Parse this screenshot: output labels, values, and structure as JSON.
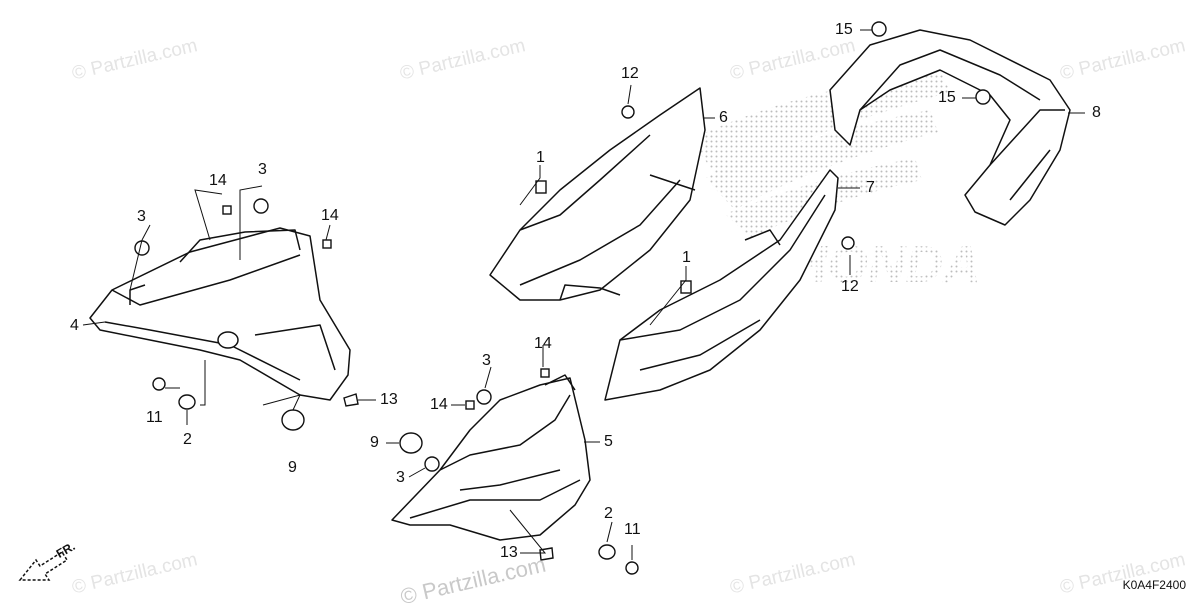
{
  "watermark": {
    "text": "© Partzilla.com",
    "center_text": "© Partzilla.com"
  },
  "brand_background": "HONDA",
  "diagram_code": "K0A4F2400",
  "direction_label": "FR.",
  "callouts": {
    "c1a": "1",
    "c1b": "1",
    "c2a": "2",
    "c2b": "2",
    "c3a": "3",
    "c3b": "3",
    "c3c": "3",
    "c3d": "3",
    "c4": "4",
    "c5": "5",
    "c6": "6",
    "c7": "7",
    "c8": "8",
    "c9a": "9",
    "c9b": "9",
    "c11a": "11",
    "c11b": "11",
    "c12a": "12",
    "c12b": "12",
    "c13a": "13",
    "c13b": "13",
    "c14a": "14",
    "c14b": "14",
    "c14c": "14",
    "c14d": "14",
    "c15a": "15",
    "c15b": "15"
  },
  "colors": {
    "line": "#111111",
    "fill": "#ffffff",
    "watermark": "#e4e4e4",
    "logo_dots": "#bdbdbd"
  }
}
